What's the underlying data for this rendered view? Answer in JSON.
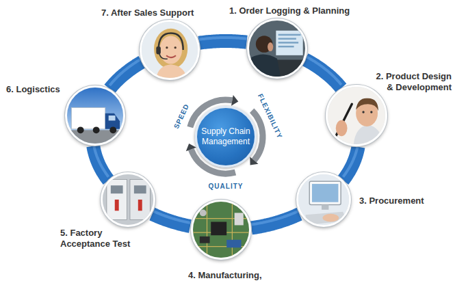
{
  "diagram": {
    "nodes": [
      {
        "text": [
          "1. Order Logging & Planning"
        ]
      },
      {
        "text": [
          "2. Product Design & Development"
        ]
      },
      {
        "text": [
          "3. Procurement"
        ]
      },
      {
        "text": [
          "4. Manufacturing,"
        ]
      },
      {
        "text": [
          "5. Factory Acceptance Test"
        ]
      },
      {
        "text": [
          "6. Logisctics"
        ]
      },
      {
        "text": [
          "7. After Sales Support"
        ]
      },
      {
        "text": [
          "Supply Chain Management"
        ]
      }
    ],
    "edges": [
      {
        "from": 0,
        "to": 1,
        "arrow": "none"
      },
      {
        "from": 1,
        "to": 2,
        "arrow": "none"
      },
      {
        "from": 2,
        "to": 3,
        "arrow": "none"
      },
      {
        "from": 3,
        "to": 4,
        "arrow": "none"
      },
      {
        "from": 4,
        "to": 5,
        "arrow": "none"
      },
      {
        "from": 5,
        "to": 6,
        "arrow": "none"
      },
      {
        "from": 6,
        "to": 0,
        "arrow": "none"
      }
    ],
    "labels": [
      "SPEED",
      "FLEXIBILITY",
      "QUALITY"
    ]
  }
}
